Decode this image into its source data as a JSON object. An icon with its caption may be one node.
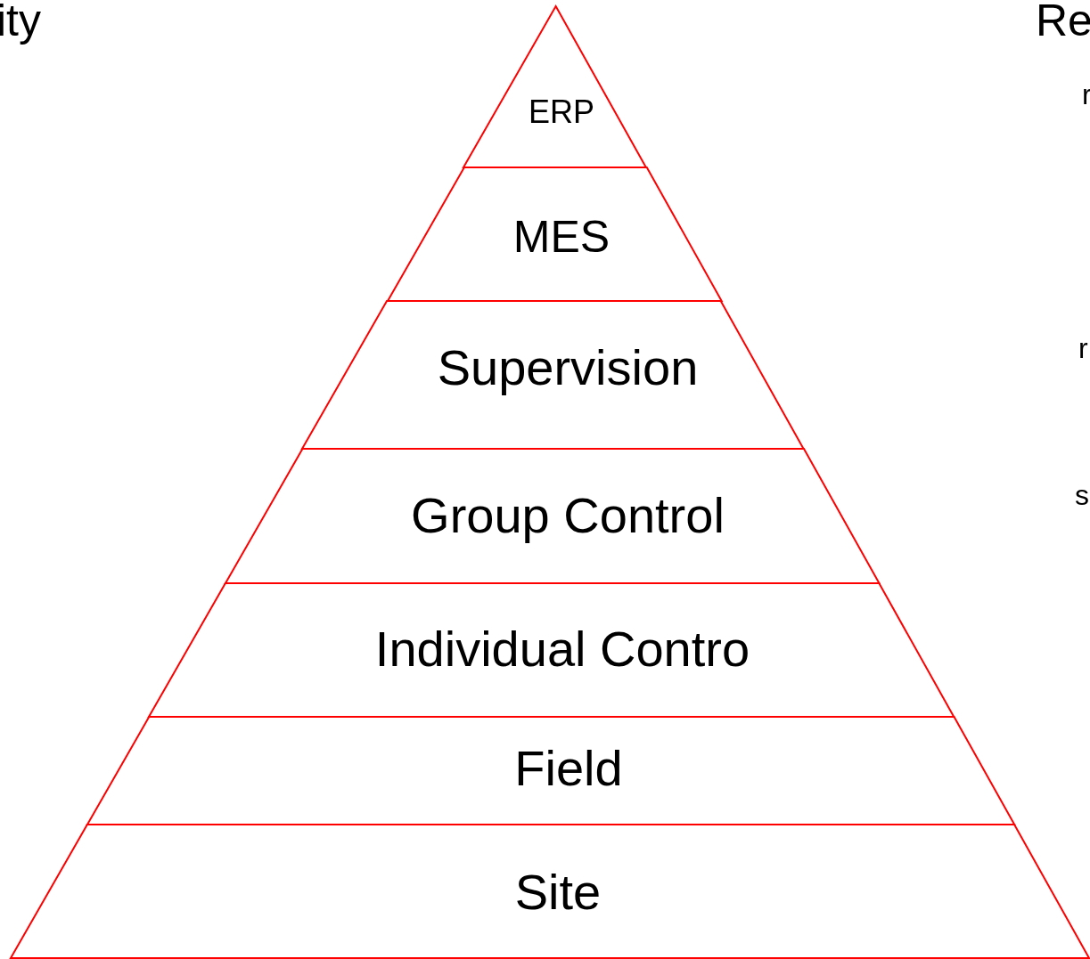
{
  "diagram": {
    "nodes": [
      {
        "text": [
          "ERP"
        ]
      },
      {
        "text": [
          "MES"
        ]
      },
      {
        "text": [
          "Supervision"
        ]
      },
      {
        "text": [
          "Group Control"
        ]
      },
      {
        "text": [
          "Individual Contro"
        ]
      },
      {
        "text": [
          "Field"
        ]
      },
      {
        "text": [
          "Site"
        ]
      }
    ],
    "labels": [
      "ity",
      "Re",
      "r",
      "r",
      "s"
    ]
  }
}
